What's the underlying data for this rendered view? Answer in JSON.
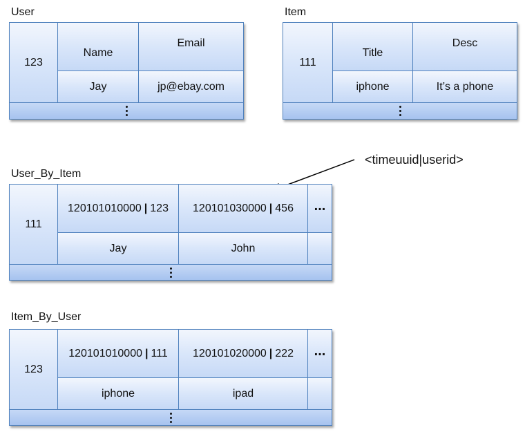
{
  "user": {
    "label": "User",
    "key": "123",
    "columns": [
      {
        "name": "Name",
        "value": "Jay"
      },
      {
        "name": "Email",
        "value": "jp@ebay.com"
      }
    ]
  },
  "item": {
    "label": "Item",
    "key": "111",
    "columns": [
      {
        "name": "Title",
        "value": "iphone"
      },
      {
        "name": "Desc",
        "value": "It’s a phone"
      }
    ]
  },
  "annotation": "<timeuuid|userid>",
  "user_by_item": {
    "label": "User_By_Item",
    "key": "111",
    "columns": [
      {
        "name_left": "120101010000",
        "sep": "|",
        "name_right": "123",
        "value": "Jay"
      },
      {
        "name_left": "120101030000",
        "sep": "|",
        "name_right": "456",
        "value": "John"
      }
    ],
    "more": "..."
  },
  "item_by_user": {
    "label": "Item_By_User",
    "key": "123",
    "columns": [
      {
        "name_left": "120101010000",
        "sep": "|",
        "name_right": "111",
        "value": "iphone"
      },
      {
        "name_left": "120101020000",
        "sep": "|",
        "name_right": "222",
        "value": "ipad"
      }
    ],
    "more": "..."
  }
}
